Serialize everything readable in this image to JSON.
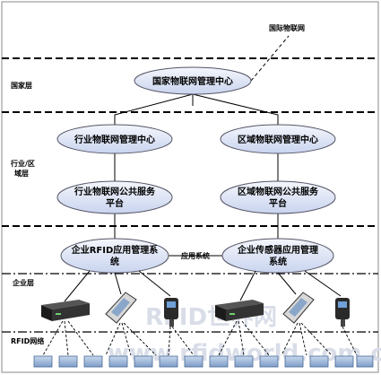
{
  "levels": {
    "country": "国家层",
    "industry_line1": "行业/区",
    "industry_line2": "域层",
    "enterprise": "企业层",
    "rfid_network": "RFID网络"
  },
  "international_label": "国际物联网",
  "nodes": {
    "national_center": "国家物联网管理中心",
    "industry_center": "行业物联网管理中心",
    "regional_center": "区域物联网管理中心",
    "industry_platform_line1": "行业物联网公共服务",
    "industry_platform_line2": "平台",
    "regional_platform_line1": "区域物联网公共服务",
    "regional_platform_line2": "平台",
    "rfid_app_line1": "企业RFID应用管理系",
    "rfid_app_line2": "统",
    "sensor_app_line1": "企业传感器应用管理",
    "sensor_app_line2": "系统"
  },
  "app_system_label": "应用系统",
  "watermark": {
    "line1": "RFID世界网",
    "line2": "www.rfidworld.com.cn"
  },
  "colors": {
    "ellipse_fill": "#dde4f4",
    "ellipse_stroke": "#555566",
    "reader_dark": "#2a2a2a",
    "tag_fill": "#9fb8d8",
    "line": "#000000"
  }
}
